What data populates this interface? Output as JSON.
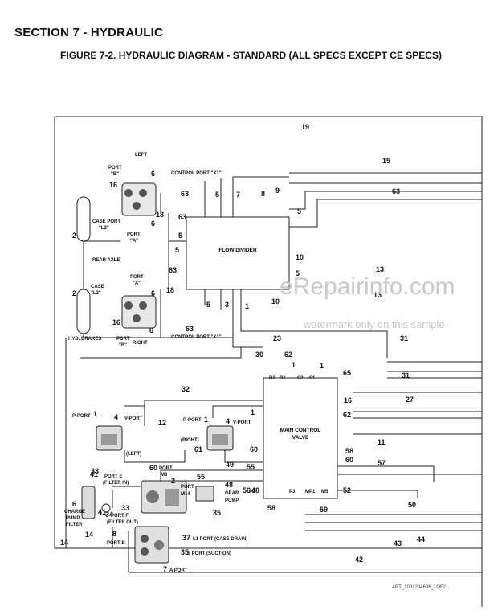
{
  "header": {
    "section_title": "SECTION 7 - HYDRAULIC",
    "figure_title": "FIGURE 7-2. HYDRAULIC DIAGRAM - STANDARD (ALL SPECS EXCEPT CE SPECS)"
  },
  "watermark": {
    "site": "eRepairinfo.com",
    "note": "watermark only on this sample"
  },
  "art_number": "ART_1001204606_1OF2",
  "components": {
    "flow_divider": "FLOW DIVIDER",
    "main_control_valve": "MAIN CONTROL VALVE",
    "gear_pump": "GEAR PUMP",
    "charge_pump_filter": "CHARGE PUMP FILTER",
    "rear_axle": "REAR AXLE",
    "hyd_brakes": "HYD. BRAKES"
  },
  "labels": {
    "left": "LEFT",
    "right": "RIGHT",
    "control_port_x1": "CONTROL PORT \"X1\"",
    "port_b": "PORT \"B\"",
    "port_a": "PORT \"A\"",
    "case_port_l2": "CASE PORT \"L2\"",
    "case_l2": "CASE \"L2\"",
    "p_port": "P-PORT",
    "v_port": "V-PORT",
    "motor_left": "(LEFT)",
    "motor_right": "(RIGHT)",
    "port_m3": "PORT M3",
    "port_m14": "PORT M14",
    "port_e": "PORT E (FILTER IN)",
    "port_f": "PORT F (FILTER OUT)",
    "port_b2": "PORT B",
    "l1_port": "L1 PORT (CASE DRAIN)",
    "s_port": "S PORT (SUCTION)",
    "a_port": "A PORT"
  },
  "icon_names": [
    "pressure-gauge-icon"
  ]
}
